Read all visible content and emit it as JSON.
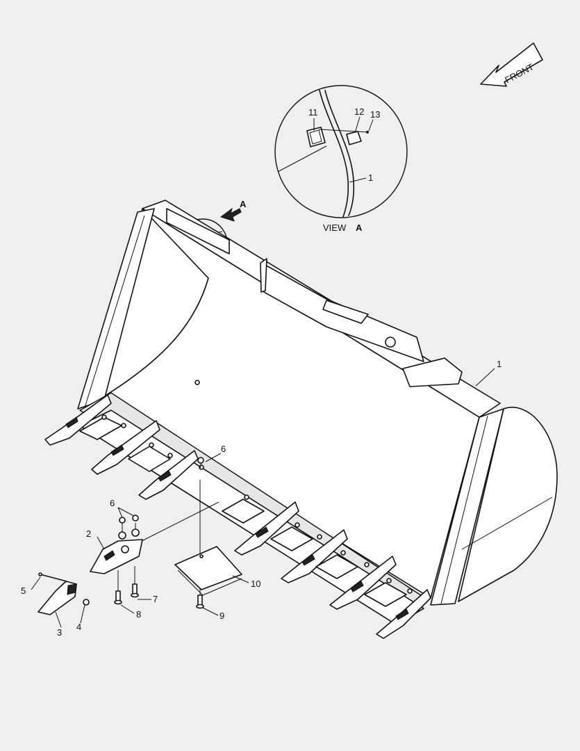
{
  "front_label": "FRONT",
  "view_word": "VIEW",
  "view_letter": "A",
  "arrow_letter": "A",
  "callouts": {
    "c1_detail": "1",
    "c1_main": "1",
    "c2": "2",
    "c3": "3",
    "c4": "4",
    "c5": "5",
    "c6_top": "6",
    "c6_left": "6",
    "c7": "7",
    "c8": "8",
    "c9": "9",
    "c10": "10",
    "c11": "11",
    "c12": "12",
    "c13": "13"
  }
}
